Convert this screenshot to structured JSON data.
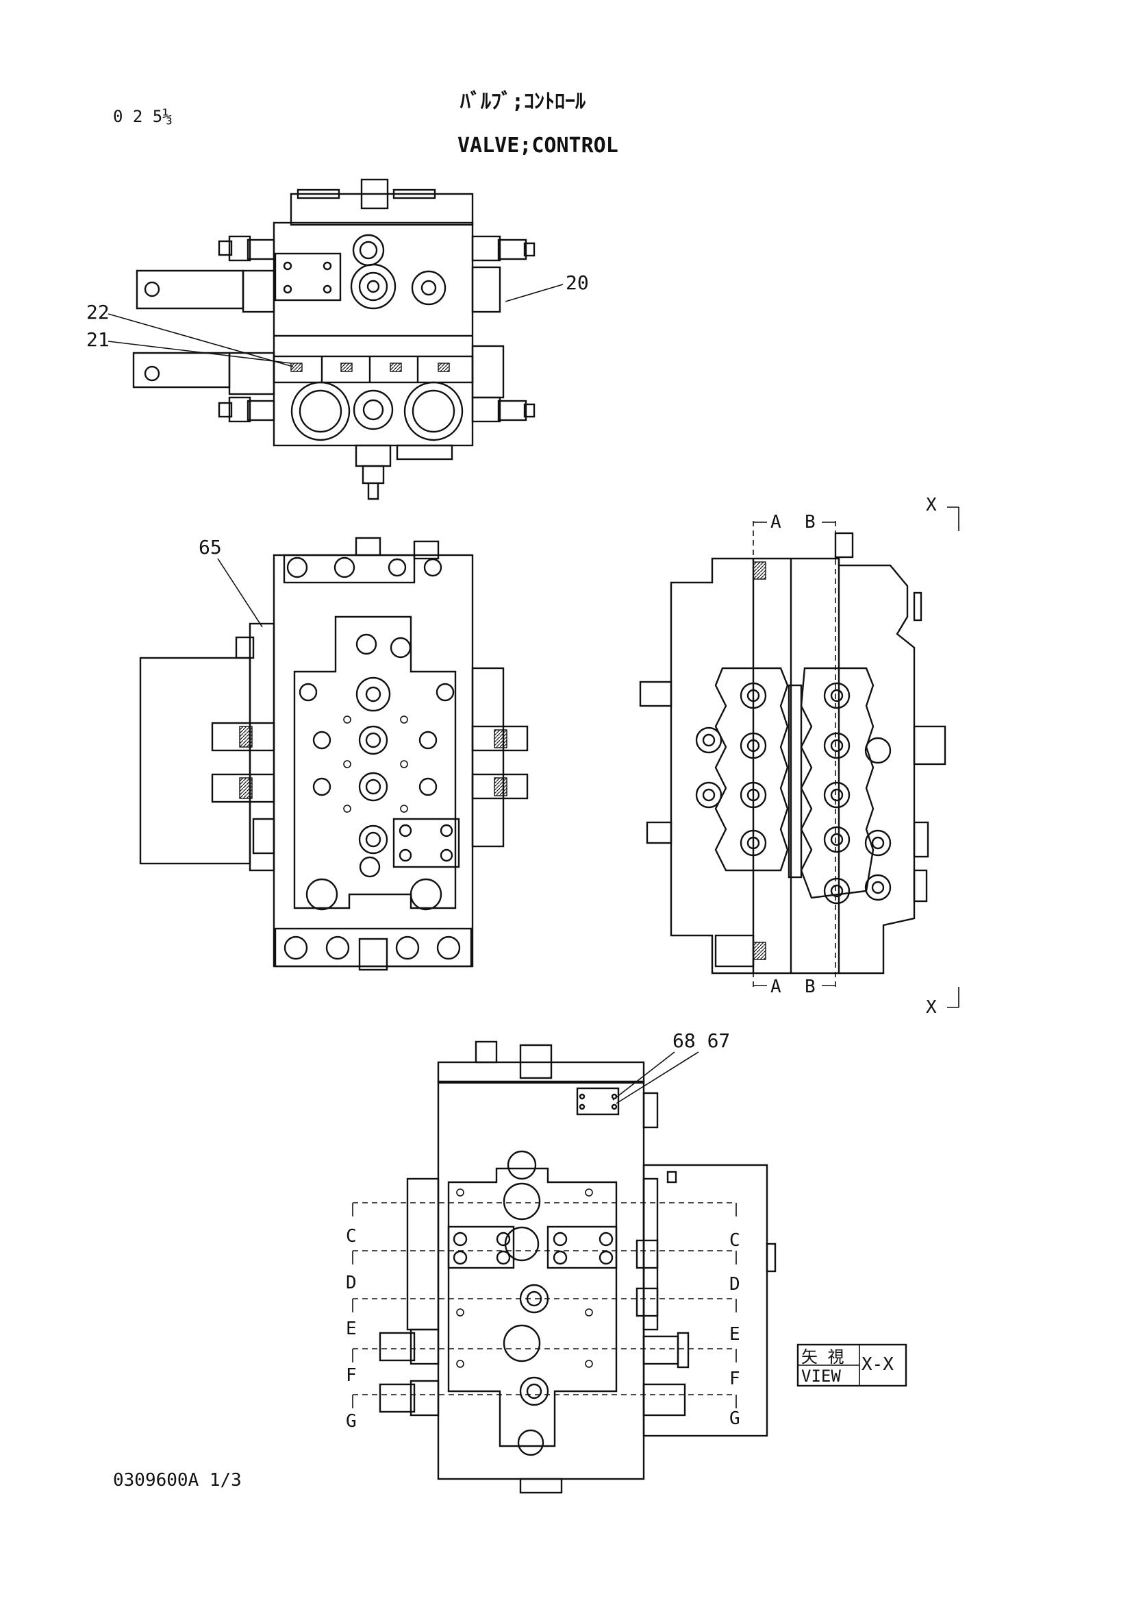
{
  "sheet": {
    "page_code": "0 2 5⅓",
    "title_jp": "ﾊﾞﾙﾌﾞ;ｺﾝﾄﾛｰﾙ",
    "title_en": "VALVE;CONTROL",
    "drawing_number": "0309600A 1/3"
  },
  "callouts": {
    "c20": "20",
    "c21": "21",
    "c22": "22",
    "c65": "65",
    "c68_67": "68 67"
  },
  "section_markers": {
    "a_top": "A",
    "b_top": "B",
    "a_bottom": "A",
    "b_bottom": "B",
    "x_top": "X",
    "x_bottom": "X",
    "c_left": "C",
    "c_right": "C",
    "d_left": "D",
    "d_right": "D",
    "e_left": "E",
    "e_right": "E",
    "f_left": "F",
    "f_right": "F",
    "g_left": "G",
    "g_right": "G"
  },
  "view_box_label": {
    "jp": "矢 視",
    "en": "VIEW",
    "suffix": "X-X"
  }
}
